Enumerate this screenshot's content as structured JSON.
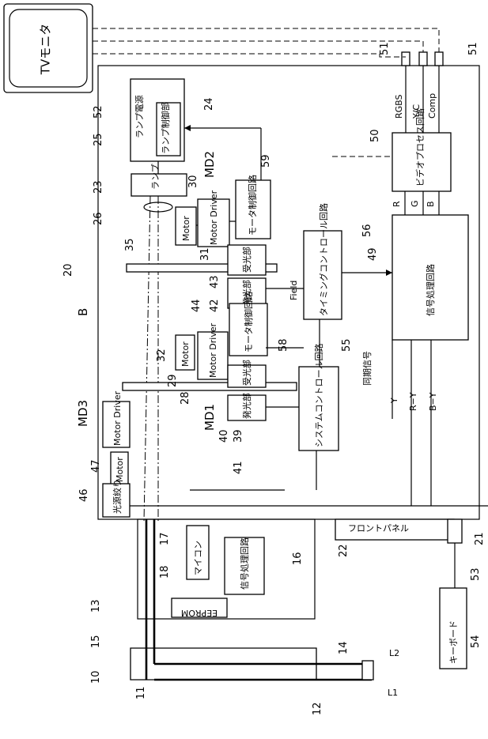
{
  "labels": {
    "tv_monitor": "TVモニタ",
    "lamp_power": "ランプ電源",
    "lamp_control": "ランプ制御部",
    "lamp": "ランプ",
    "motor": "Motor",
    "motor_driver": "Motor Driver",
    "motor_control_circuit": "モータ制御回路",
    "light_receiver": "受光部",
    "light_emitter": "発光部",
    "timing_control": "タイミングコントロール回路",
    "field": "Field",
    "system_control": "システムコントロール回路",
    "sync_signal": "同期信号",
    "video_process": "ビデオプロセス回路",
    "signal_processing": "信号処理回路",
    "light_source_diaphragm": "光源絞り",
    "microcomputer": "マイコン",
    "signal_circuit": "信号処理回路",
    "eeprom": "EEPROM",
    "front_panel": "フロントパネル",
    "keyboard": "キーボード",
    "rgbs": "RGBS",
    "yc": "Y/C",
    "comp": "Comp",
    "r": "R",
    "g": "G",
    "b": "B",
    "y": "Y",
    "r_y": "R−Y",
    "b_y": "B−Y",
    "md1": "MD1",
    "md2": "MD2",
    "md3": "MD3",
    "letter_b": "B",
    "l1": "L1",
    "l2": "L2"
  },
  "refs": {
    "n10": "10",
    "n11": "11",
    "n12": "12",
    "n13": "13",
    "n14": "14",
    "n15": "15",
    "n16": "16",
    "n17": "17",
    "n18": "18",
    "n20": "20",
    "n21": "21",
    "n22": "22",
    "n23": "23",
    "n24": "24",
    "n25": "25",
    "n26": "26",
    "n28": "28",
    "n29": "29",
    "n30": "30",
    "n31": "31",
    "n32": "32",
    "n35": "35",
    "n39": "39",
    "n40": "40",
    "n41": "41",
    "n42": "42",
    "n43": "43",
    "n44": "44",
    "n46": "46",
    "n47": "47",
    "n49": "49",
    "n50": "50",
    "n51a": "51",
    "n51b": "51",
    "n52": "52",
    "n53": "53",
    "n54": "54",
    "n55": "55",
    "n56": "56",
    "n58": "58",
    "n59": "59"
  }
}
